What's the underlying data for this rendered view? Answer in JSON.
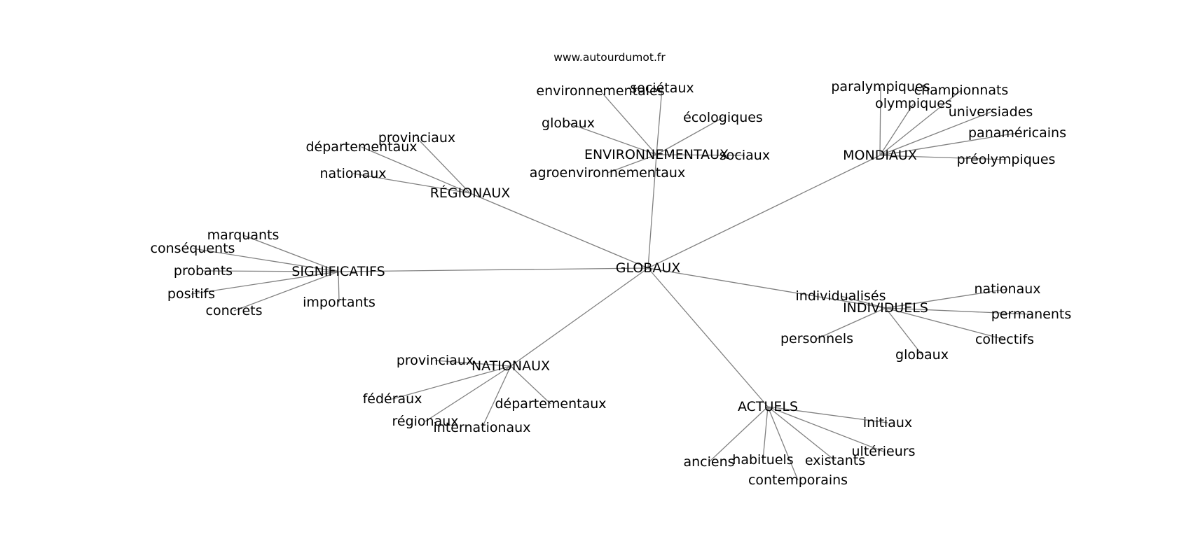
{
  "source": "www.autourdumot.fr",
  "edge_color": "#808080",
  "text_color": "#000000",
  "center": {
    "id": "globaux_c",
    "label": "GLOBAUX"
  },
  "groups": [
    {
      "id": "environnementaux",
      "label": "ENVIRONNEMENTAUX",
      "children": [
        {
          "id": "env_environnementales",
          "label": "environnementales"
        },
        {
          "id": "env_societaux",
          "label": "sociétaux"
        },
        {
          "id": "env_globaux",
          "label": "globaux"
        },
        {
          "id": "env_ecologiques",
          "label": "écologiques"
        },
        {
          "id": "env_sociaux",
          "label": "sociaux"
        },
        {
          "id": "env_agroenvironnementaux",
          "label": "agroenvironnementaux"
        }
      ]
    },
    {
      "id": "mondiaux",
      "label": "MONDIAUX",
      "children": [
        {
          "id": "mon_paralympiques",
          "label": "paralympiques"
        },
        {
          "id": "mon_championnats",
          "label": "championnats"
        },
        {
          "id": "mon_olympiques",
          "label": "olympiques"
        },
        {
          "id": "mon_universiades",
          "label": "universiades"
        },
        {
          "id": "mon_panamericains",
          "label": "panaméricains"
        },
        {
          "id": "mon_preolympiques",
          "label": "préolympiques"
        }
      ]
    },
    {
      "id": "regionaux",
      "label": "RÉGIONAUX",
      "children": [
        {
          "id": "reg_provinciaux",
          "label": "provinciaux"
        },
        {
          "id": "reg_departementaux",
          "label": "départementaux"
        },
        {
          "id": "reg_nationaux",
          "label": "nationaux"
        }
      ]
    },
    {
      "id": "significatifs",
      "label": "SIGNIFICATIFS",
      "children": [
        {
          "id": "sig_marquants",
          "label": "marquants"
        },
        {
          "id": "sig_consequents",
          "label": "conséquents"
        },
        {
          "id": "sig_probants",
          "label": "probants"
        },
        {
          "id": "sig_positifs",
          "label": "positifs"
        },
        {
          "id": "sig_concrets",
          "label": "concrets"
        },
        {
          "id": "sig_importants",
          "label": "importants"
        }
      ]
    },
    {
      "id": "individuels",
      "label": "INDIVIDUELS",
      "children": [
        {
          "id": "ind_individualises",
          "label": "individualisés"
        },
        {
          "id": "ind_nationaux",
          "label": "nationaux"
        },
        {
          "id": "ind_permanents",
          "label": "permanents"
        },
        {
          "id": "ind_personnels",
          "label": "personnels"
        },
        {
          "id": "ind_collectifs",
          "label": "collectifs"
        },
        {
          "id": "ind_globaux",
          "label": "globaux"
        }
      ]
    },
    {
      "id": "nationaux",
      "label": "NATIONAUX",
      "children": [
        {
          "id": "nat_provinciaux",
          "label": "provinciaux"
        },
        {
          "id": "nat_federaux",
          "label": "fédéraux"
        },
        {
          "id": "nat_departementaux",
          "label": "départementaux"
        },
        {
          "id": "nat_regionaux",
          "label": "régionaux"
        },
        {
          "id": "nat_internationaux",
          "label": "internationaux"
        }
      ]
    },
    {
      "id": "actuels",
      "label": "ACTUELS",
      "children": [
        {
          "id": "act_initiaux",
          "label": "initiaux"
        },
        {
          "id": "act_ulterieurs",
          "label": "ultérieurs"
        },
        {
          "id": "act_anciens",
          "label": "anciens"
        },
        {
          "id": "act_habituels",
          "label": "habituels"
        },
        {
          "id": "act_existants",
          "label": "existants"
        },
        {
          "id": "act_contemporains",
          "label": "contemporains"
        }
      ]
    }
  ]
}
